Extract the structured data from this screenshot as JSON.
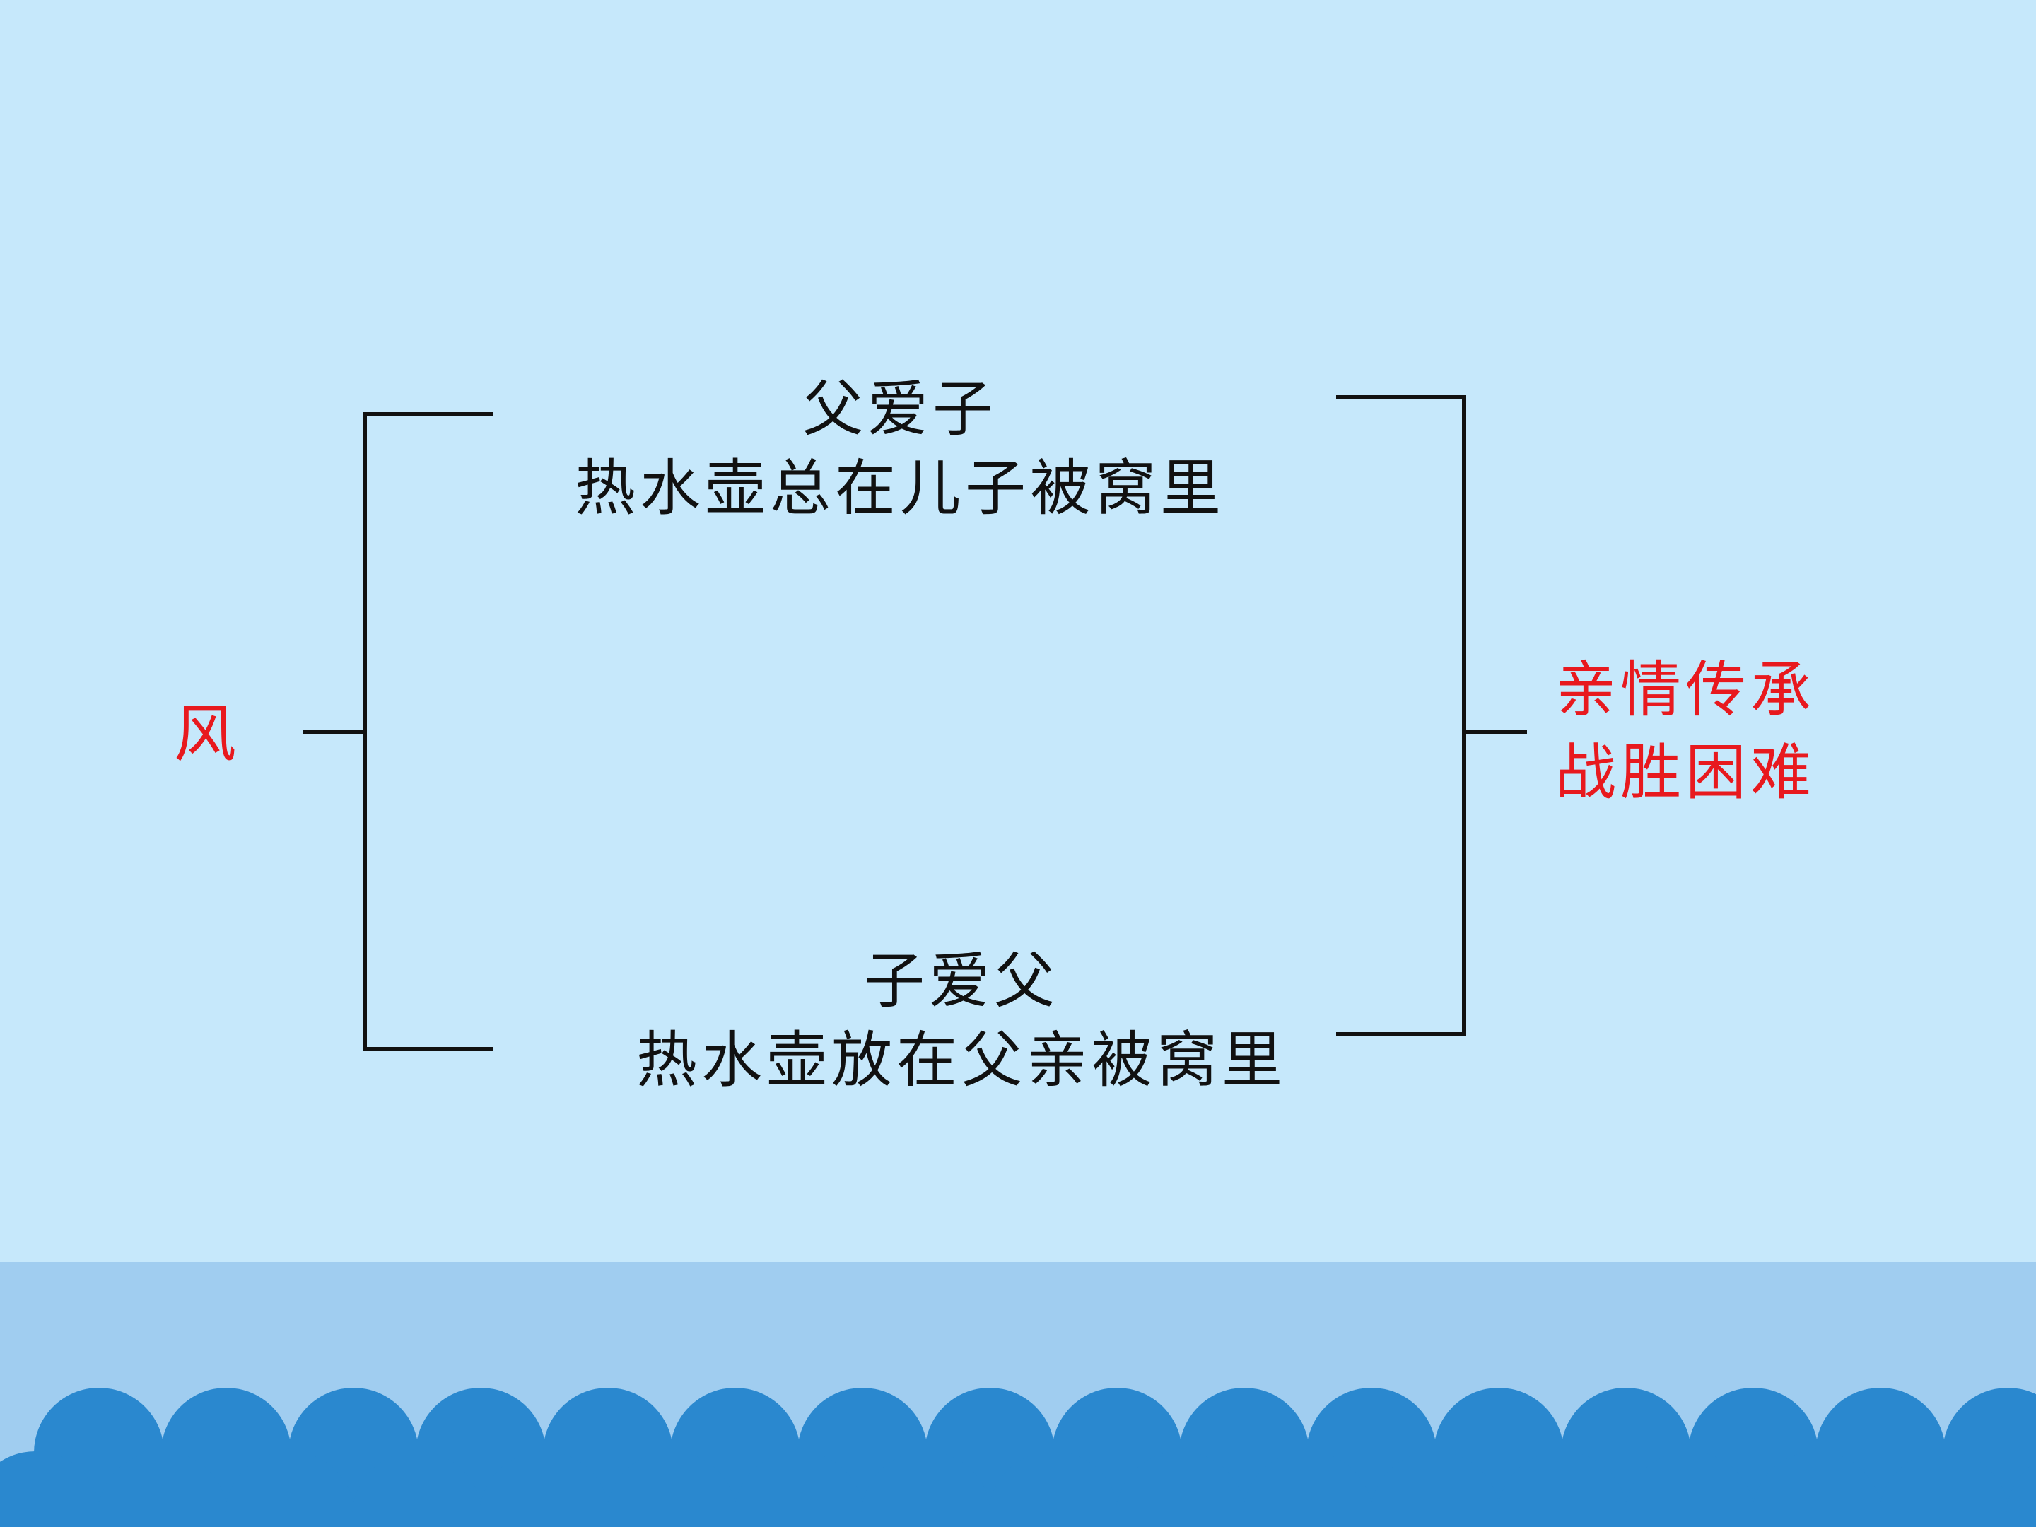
{
  "colors": {
    "background": "#c6e8fb",
    "band": "#a0cdf0",
    "wave": "#2a88cf",
    "line": "#111111",
    "text": "#111111",
    "accent": "#e8191e"
  },
  "left_label": "风",
  "top_branch": {
    "title": "父爱子",
    "detail": "热水壶总在儿子被窝里"
  },
  "bottom_branch": {
    "title": "子爱父",
    "detail": "热水壶放在父亲被窝里"
  },
  "conclusion": {
    "line1": "亲情传承",
    "line2": "战胜困难"
  }
}
